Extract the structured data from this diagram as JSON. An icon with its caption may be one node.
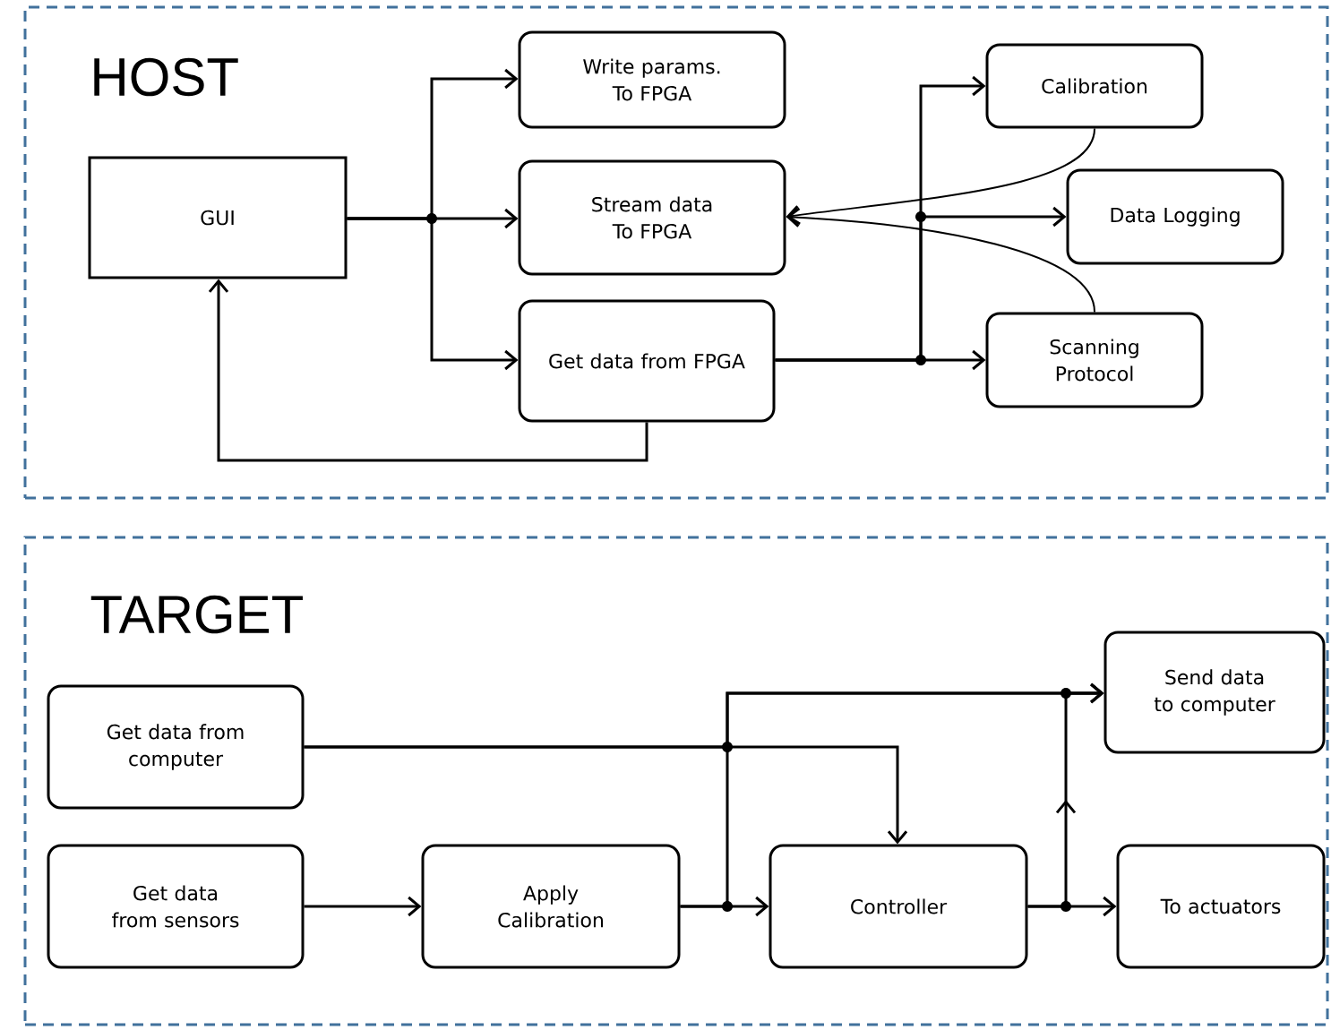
{
  "diagram": {
    "nodes": [
      {
        "text": [
          "HOST"
        ]
      },
      {
        "text": [
          "GUI"
        ],
        "in": 0
      },
      {
        "text": [
          "Write params. To FPGA"
        ],
        "in": 0
      },
      {
        "text": [
          "Stream data To FPGA"
        ],
        "in": 0
      },
      {
        "text": [
          "Get data from FPGA"
        ],
        "in": 0
      },
      {
        "text": [
          "Calibration"
        ],
        "in": 0
      },
      {
        "text": [
          "Data Logging"
        ],
        "in": 0
      },
      {
        "text": [
          "Scanning Protocol"
        ],
        "in": 0
      },
      {
        "text": [
          "TARGET"
        ]
      },
      {
        "text": [
          "Get data from computer"
        ],
        "in": 8
      },
      {
        "text": [
          "Get data from sensors"
        ],
        "in": 8
      },
      {
        "text": [
          "Apply Calibration"
        ],
        "in": 8
      },
      {
        "text": [
          "Controller"
        ],
        "in": 8
      },
      {
        "text": [
          "Send data to computer"
        ],
        "in": 8
      },
      {
        "text": [
          "To actuators"
        ],
        "in": 8
      }
    ],
    "edges": [
      {
        "from": 1,
        "to": 2,
        "arrow": "to"
      },
      {
        "from": 1,
        "to": 3,
        "arrow": "to"
      },
      {
        "from": 1,
        "to": 4,
        "arrow": "to"
      },
      {
        "from": 4,
        "to": 1,
        "arrow": "to"
      },
      {
        "from": 4,
        "to": 5,
        "arrow": "to"
      },
      {
        "from": 4,
        "to": 6,
        "arrow": "to"
      },
      {
        "from": 4,
        "to": 7,
        "arrow": "to"
      },
      {
        "from": 5,
        "to": 3,
        "arrow": "to"
      },
      {
        "from": 7,
        "to": 3,
        "arrow": "to"
      },
      {
        "from": 10,
        "to": 11,
        "arrow": "to"
      },
      {
        "from": 9,
        "to": 12,
        "arrow": "to"
      },
      {
        "from": 9,
        "to": 13,
        "arrow": "to"
      },
      {
        "from": 11,
        "to": 12,
        "arrow": "to"
      },
      {
        "from": 11,
        "to": 13,
        "arrow": "to"
      },
      {
        "from": 12,
        "to": 14,
        "arrow": "to"
      },
      {
        "from": 12,
        "to": 13,
        "arrow": "to"
      }
    ]
  }
}
